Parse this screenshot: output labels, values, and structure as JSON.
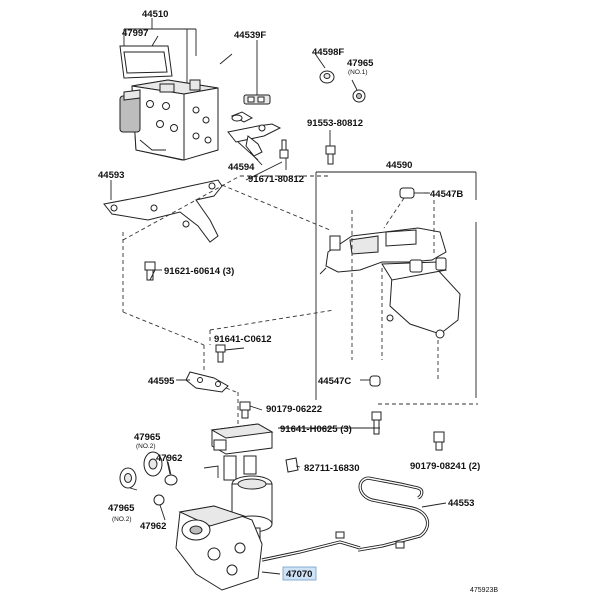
{
  "labels": {
    "p44510": "44510",
    "p47997": "47997",
    "p44539F": "44539F",
    "p44598F": "44598F",
    "p47965_top": "47965",
    "p47965_top_note": "(NO.1)",
    "p91553": "91553-80812",
    "p44593": "44593",
    "p44594": "44594",
    "p91671": "91671-80812",
    "p44590": "44590",
    "p44547B": "44547B",
    "p91621": "91621-60614 (3)",
    "p91641_c": "91641-C0612",
    "p44595": "44595",
    "p44547C": "44547C",
    "p90179_06222": "90179-06222",
    "p91641_h": "91641-H0625 (3)",
    "p47965_mid": "47965",
    "p47965_mid_note": "(NO.2)",
    "p47962_a": "47962",
    "p82711": "82711-16830",
    "p90179_08241": "90179-08241 (2)",
    "p44553": "44553",
    "p47965_low": "47965",
    "p47965_low_note": "(NO.2)",
    "p47962_b": "47962",
    "p47070": "47070",
    "catalog_no": "475923B"
  },
  "highlight": {
    "part": "47070",
    "color": "#cfe3f7"
  }
}
